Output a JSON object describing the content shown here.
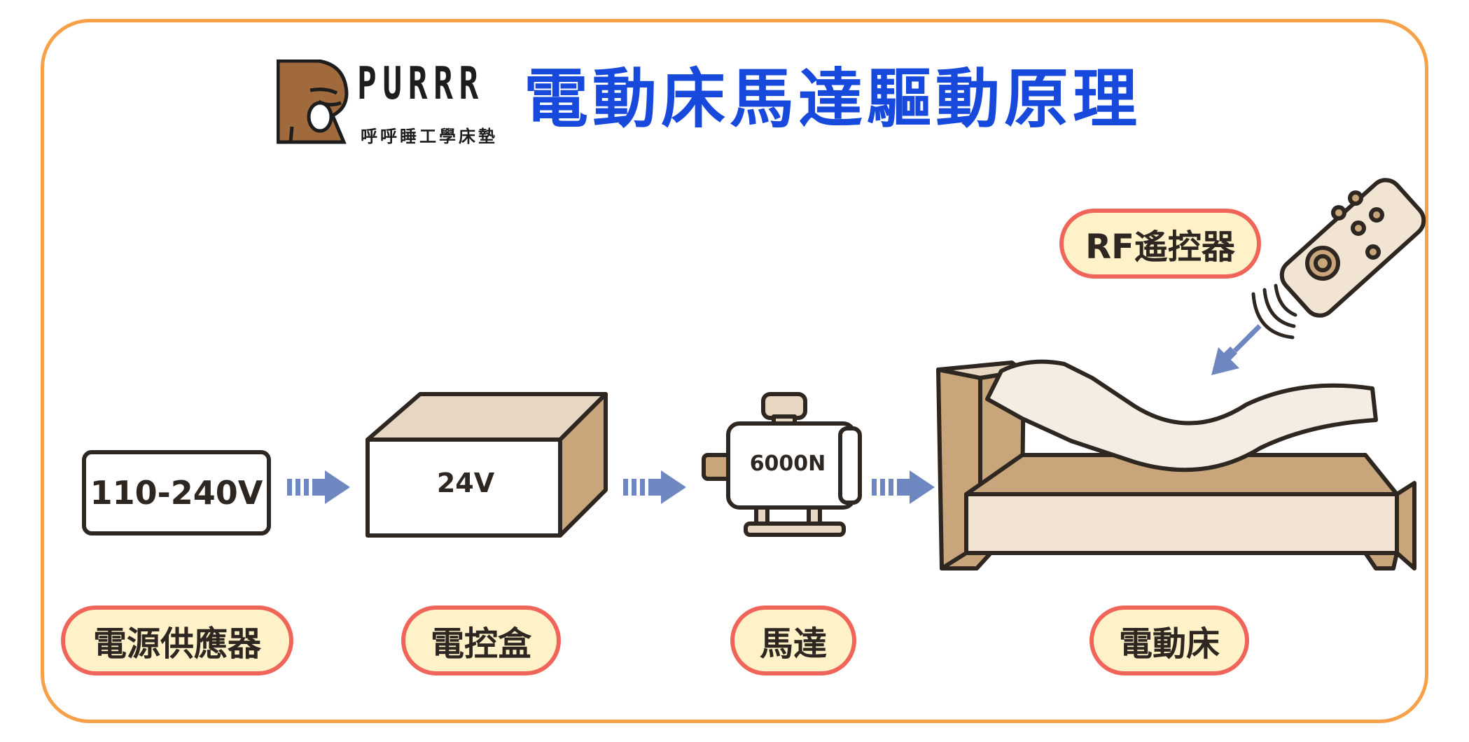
{
  "brand": {
    "name": "PURRR",
    "tagline": "呼呼睡工學床墊"
  },
  "title": "電動床馬達驅動原理",
  "nodes": {
    "power_supply": {
      "value": "110-240V",
      "label": "電源供應器"
    },
    "control_box": {
      "value": "24V",
      "label": "電控盒"
    },
    "motor": {
      "value": "6000N",
      "label": "馬達"
    },
    "bed": {
      "label": "電動床"
    },
    "remote": {
      "label": "RF遙控器"
    }
  },
  "colors": {
    "title": "#1749dd",
    "frame": "#f6a048",
    "pill_border": "#f0655a",
    "pill_fill": "#fff1c8",
    "arrow": "#6f87c0",
    "outline": "#2e2620",
    "tan": "#c8a57a",
    "cream": "#f1e4d3"
  },
  "icons": [
    "bear-mascot-icon",
    "flow-arrow-icon",
    "box-icon",
    "motor-icon",
    "adjustable-bed-icon",
    "remote-control-icon",
    "signal-waves-icon"
  ]
}
